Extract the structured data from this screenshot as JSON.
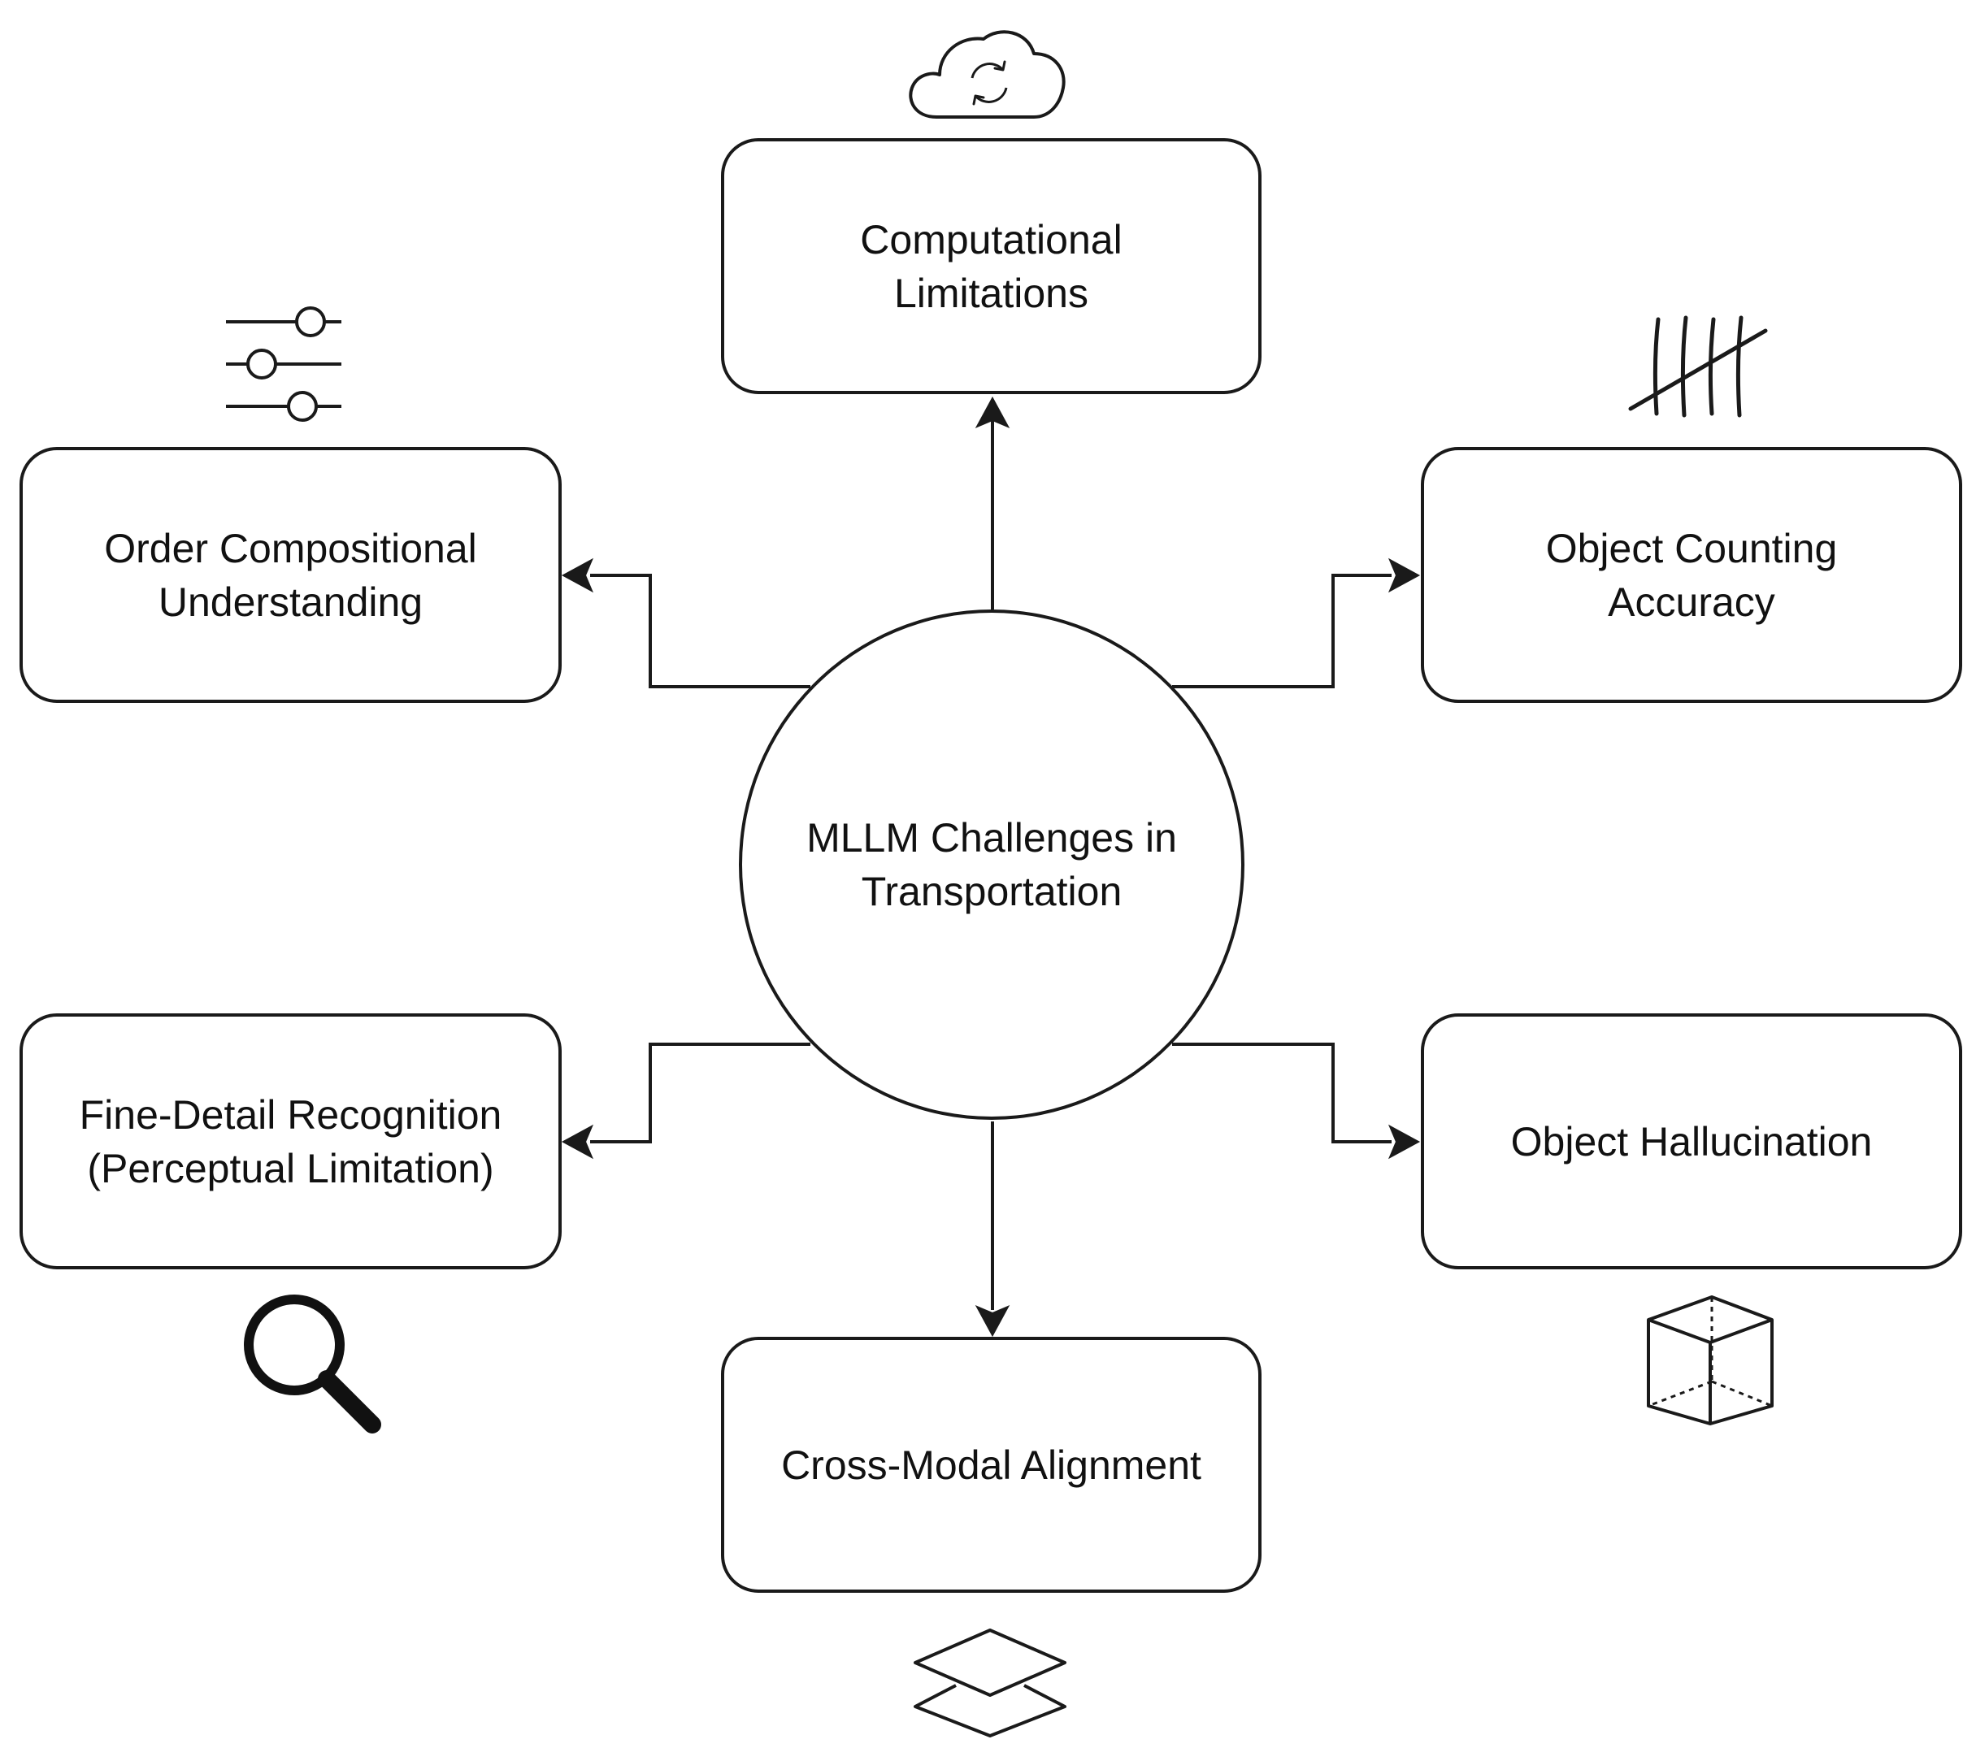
{
  "diagram": {
    "center": {
      "label": "MLLM Challenges in\nTransportation"
    },
    "nodes": [
      {
        "id": "computational",
        "label": "Computational\nLimitations",
        "icon": "cloud-sync-icon"
      },
      {
        "id": "order",
        "label": "Order Compositional\nUnderstanding",
        "icon": "sliders-icon"
      },
      {
        "id": "counting",
        "label": "Object Counting\nAccuracy",
        "icon": "tally-marks-icon"
      },
      {
        "id": "fine-detail",
        "label": "Fine-Detail Recognition\n(Perceptual Limitation)",
        "icon": "magnifier-icon"
      },
      {
        "id": "hallucination",
        "label": "Object Hallucination",
        "icon": "cube-icon"
      },
      {
        "id": "cross-modal",
        "label": "Cross-Modal Alignment",
        "icon": "layers-icon"
      }
    ],
    "colors": {
      "stroke": "#1a1a1a",
      "text": "#111111",
      "background": "#ffffff"
    }
  }
}
